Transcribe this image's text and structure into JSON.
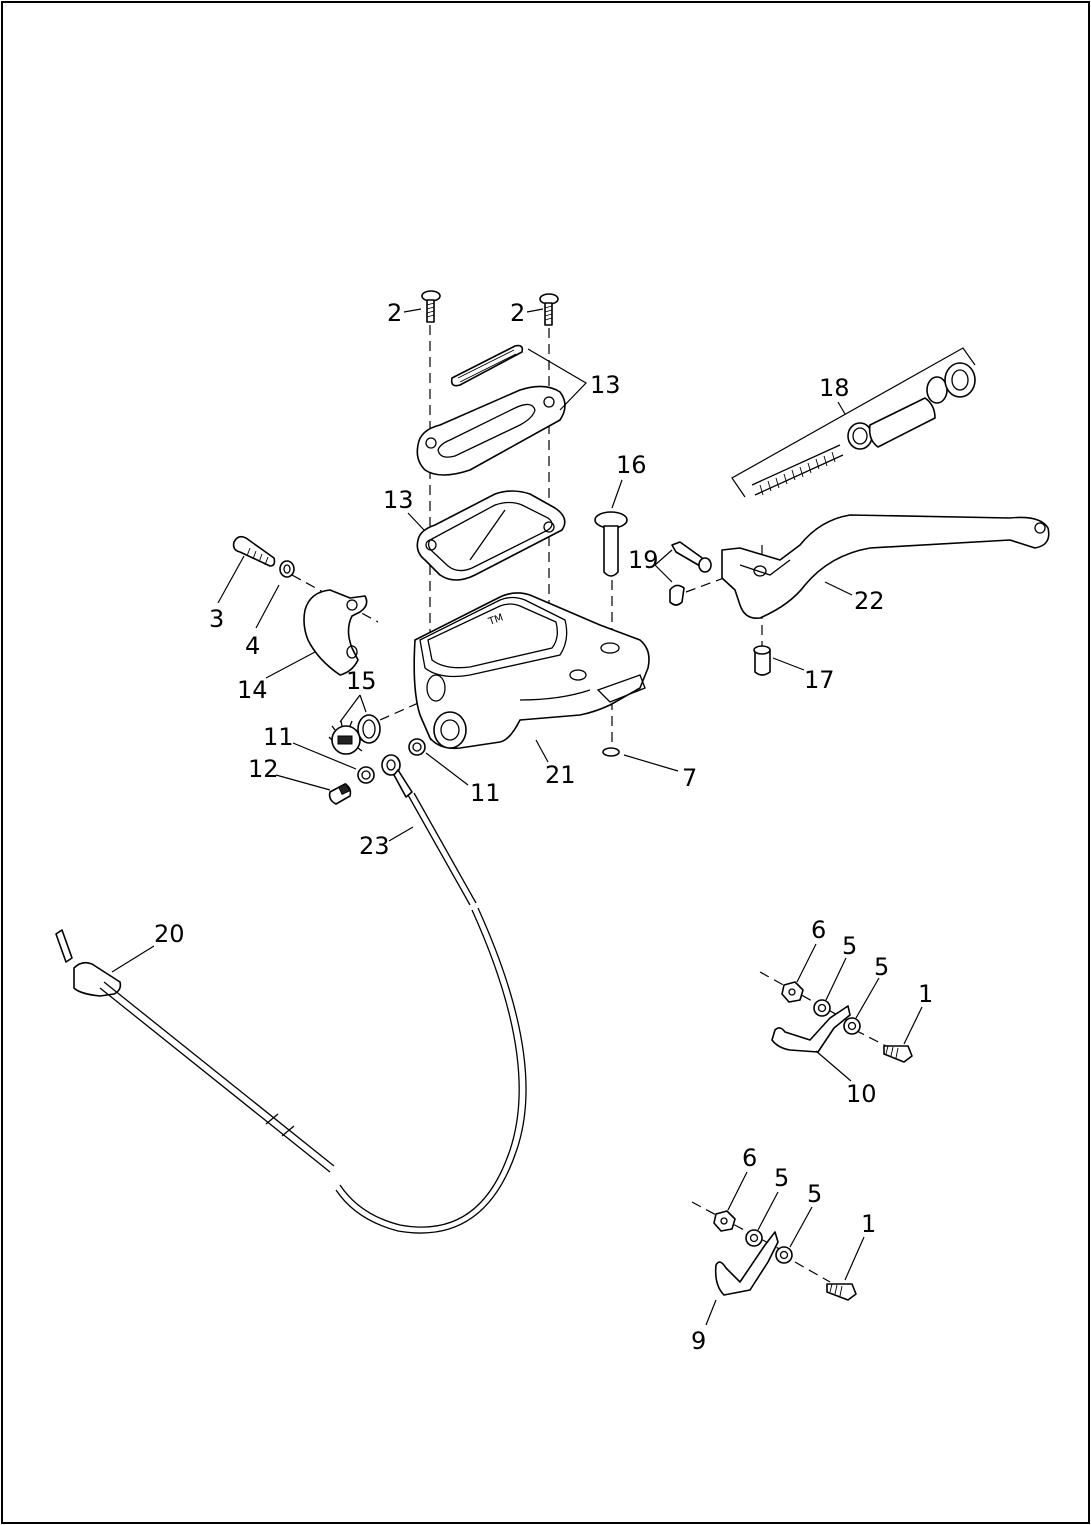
{
  "diagram": {
    "callouts": [
      {
        "id": "c2a",
        "text": "2"
      },
      {
        "id": "c2b",
        "text": "2"
      },
      {
        "id": "c13a",
        "text": "13"
      },
      {
        "id": "c13b",
        "text": "13"
      },
      {
        "id": "c18",
        "text": "18"
      },
      {
        "id": "c16",
        "text": "16"
      },
      {
        "id": "c19",
        "text": "19"
      },
      {
        "id": "c22",
        "text": "22"
      },
      {
        "id": "c3",
        "text": "3"
      },
      {
        "id": "c4",
        "text": "4"
      },
      {
        "id": "c14",
        "text": "14"
      },
      {
        "id": "c15",
        "text": "15"
      },
      {
        "id": "c17",
        "text": "17"
      },
      {
        "id": "c11a",
        "text": "11"
      },
      {
        "id": "c12",
        "text": "12"
      },
      {
        "id": "c11b",
        "text": "11"
      },
      {
        "id": "c21",
        "text": "21"
      },
      {
        "id": "c7",
        "text": "7"
      },
      {
        "id": "c23",
        "text": "23"
      },
      {
        "id": "c20",
        "text": "20"
      },
      {
        "id": "c6a",
        "text": "6"
      },
      {
        "id": "c5a",
        "text": "5"
      },
      {
        "id": "c5b",
        "text": "5"
      },
      {
        "id": "c1a",
        "text": "1"
      },
      {
        "id": "c10",
        "text": "10"
      },
      {
        "id": "c6b",
        "text": "6"
      },
      {
        "id": "c5c",
        "text": "5"
      },
      {
        "id": "c5d",
        "text": "5"
      },
      {
        "id": "c1b",
        "text": "1"
      },
      {
        "id": "c9",
        "text": "9"
      }
    ]
  }
}
